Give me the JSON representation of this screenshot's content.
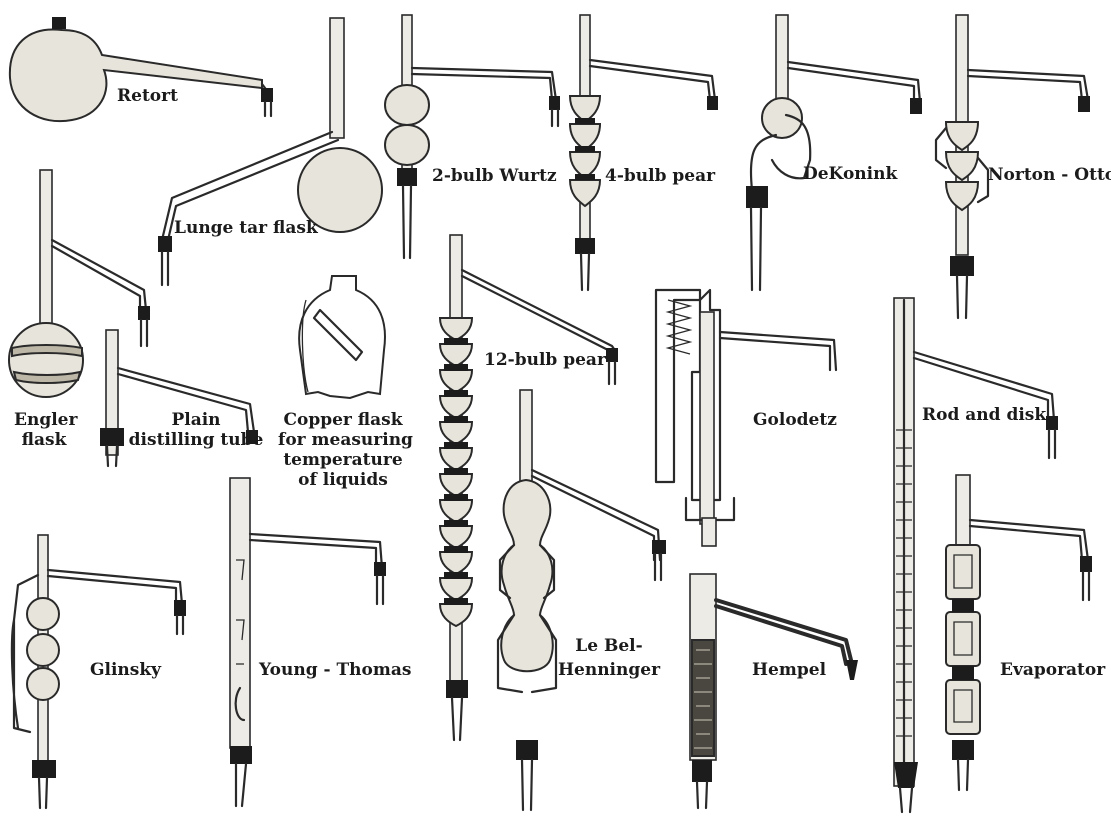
{
  "labels": {
    "retort": "Retort",
    "lunge": "Lunge tar flask",
    "wurtz": "2-bulb Wurtz",
    "four_bulb": "4-bulb pear",
    "dekonink": "DeKonink",
    "norton": "Norton - Otto",
    "engler_1": "Engler",
    "engler_2": "flask",
    "plain_1": "Plain",
    "plain_2": "distilling tube",
    "copper_1": "Copper flask",
    "copper_2": "for measuring",
    "copper_3": "temperature",
    "copper_4": "of liquids",
    "twelve_bulb": "12-bulb pear",
    "golodetz": "Golodetz",
    "rod_disk": "Rod and disk",
    "glinsky": "Glinsky",
    "young_thomas": "Young - Thomas",
    "lebel_1": "Le Bel-",
    "lebel_2": "Henninger",
    "hempel": "Hempel",
    "evaporator": "Evaporator"
  }
}
